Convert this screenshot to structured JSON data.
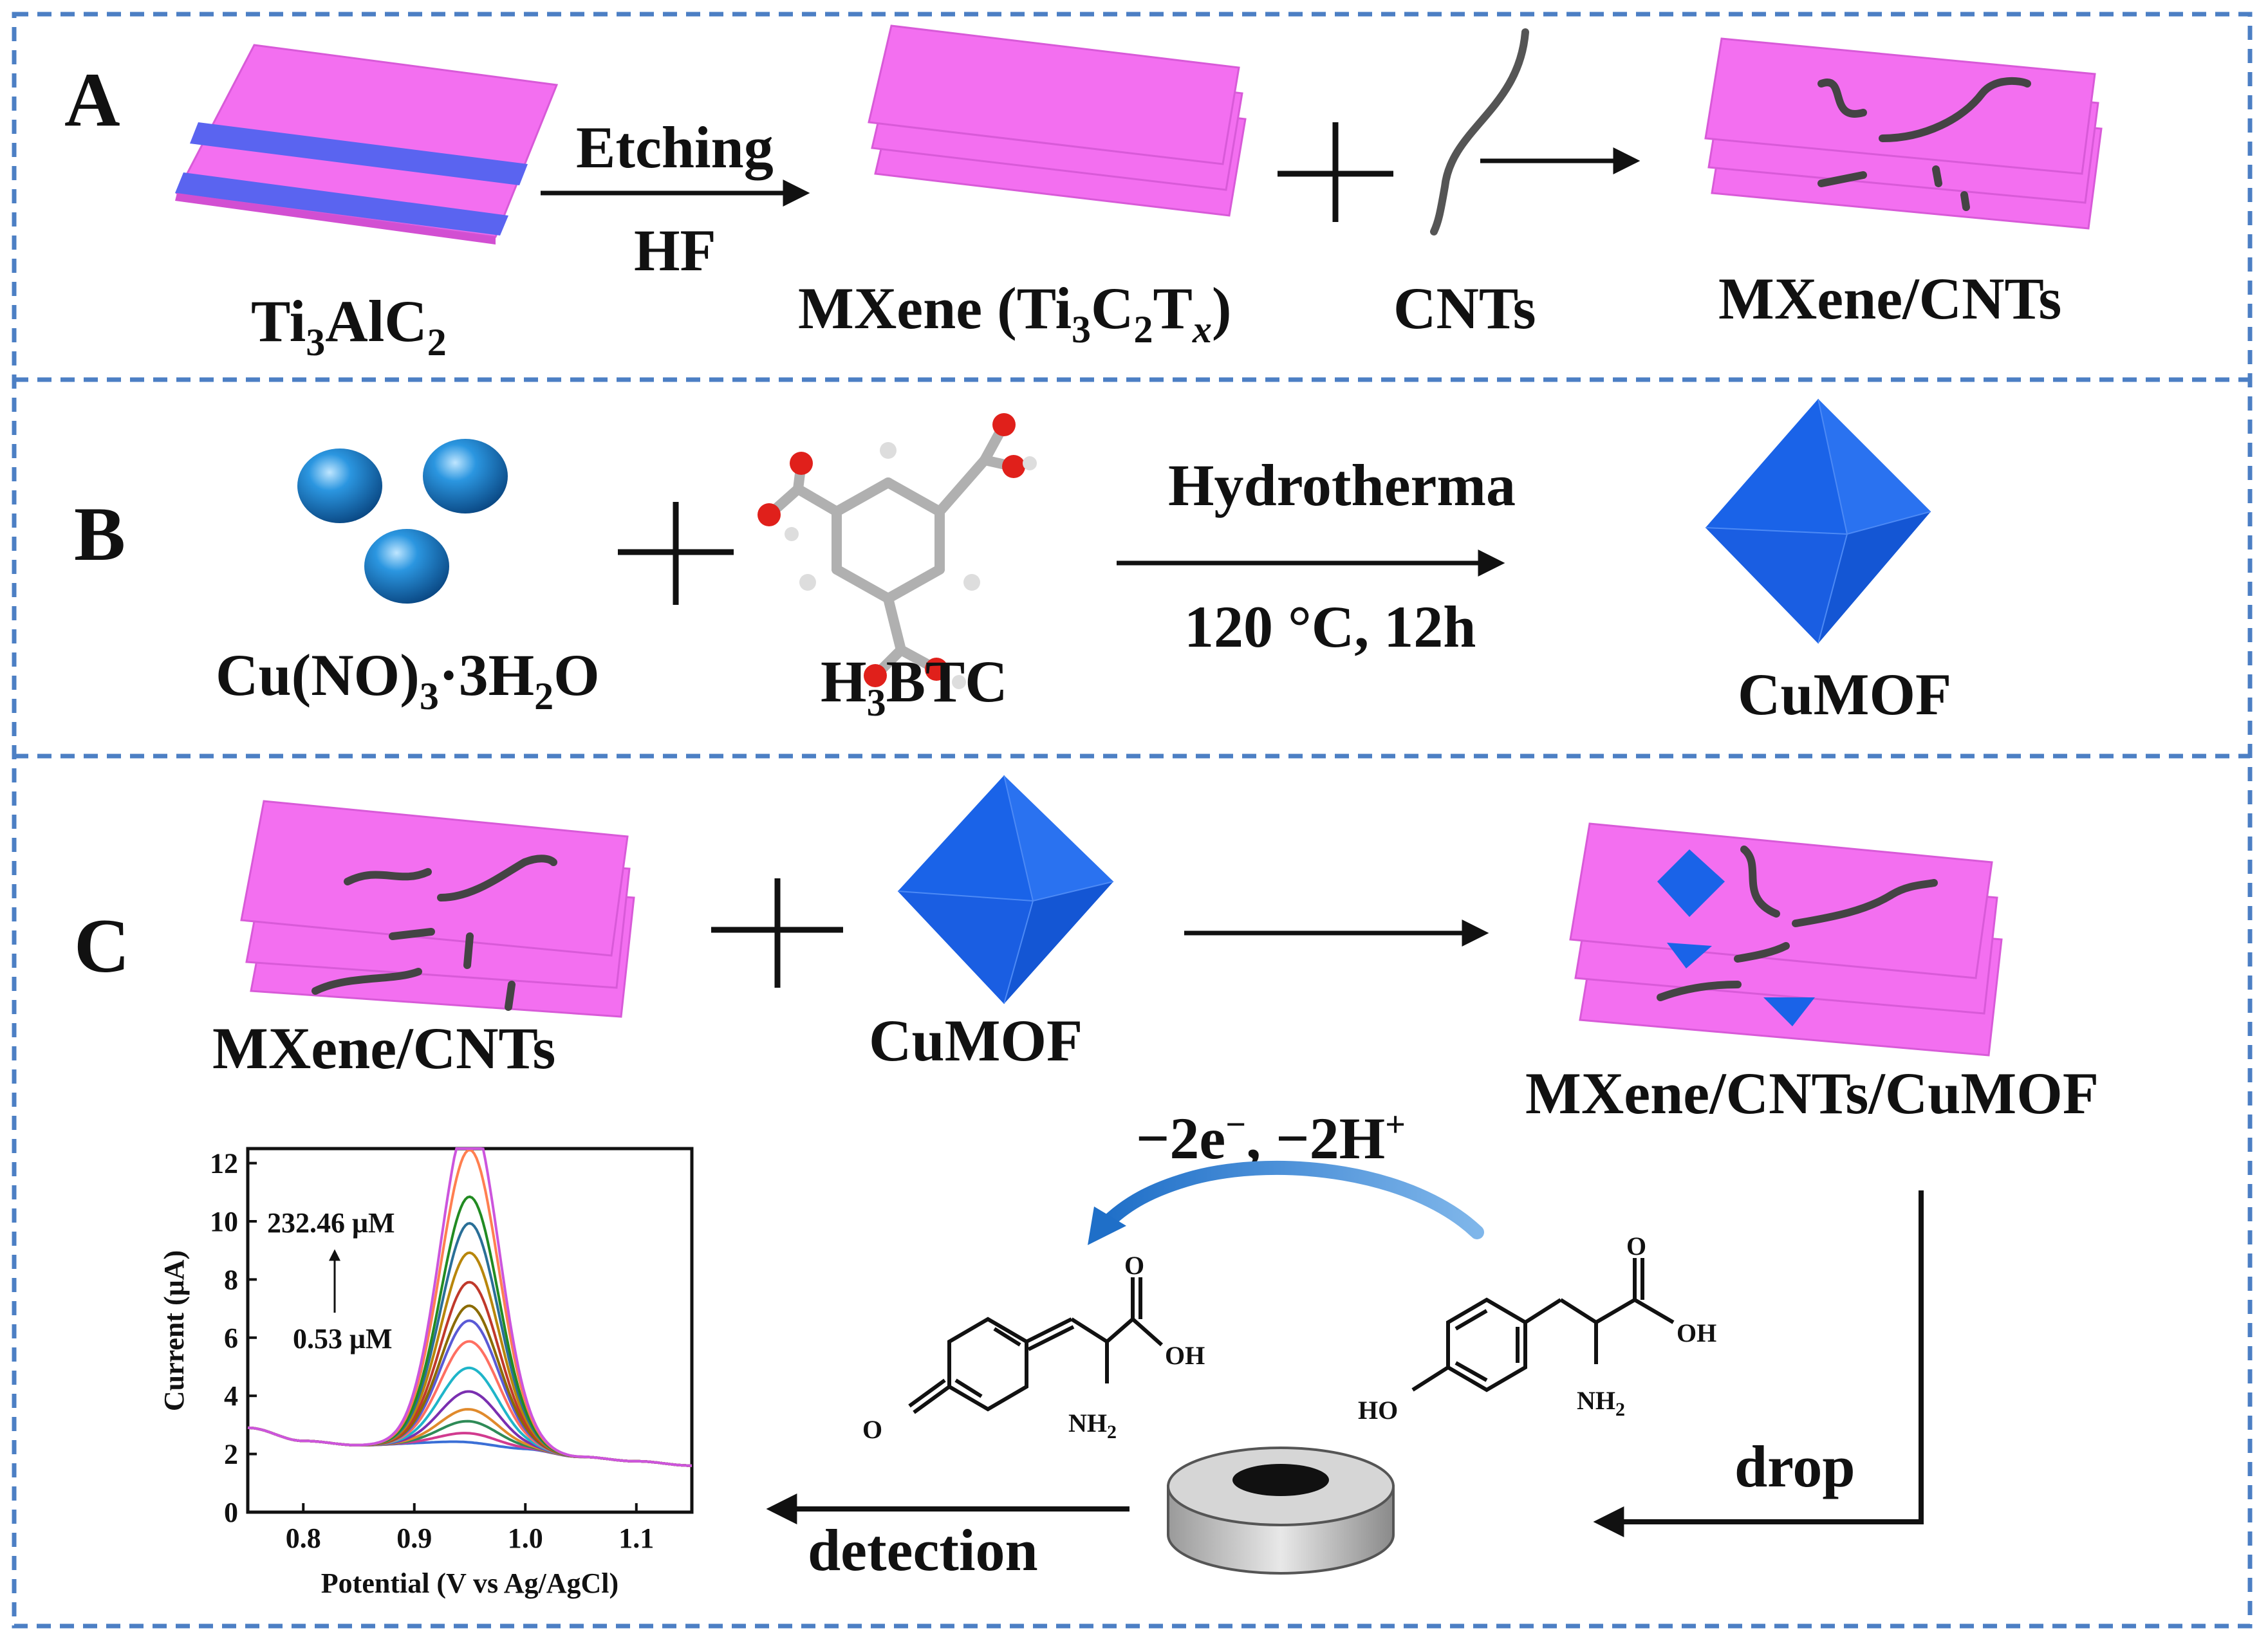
{
  "panels": {
    "a": {
      "letter": "A",
      "precursor": {
        "main": "Ti",
        "sub1": "3",
        "mid": "AlC",
        "sub2": "2"
      },
      "step_top": "Etching",
      "step_bottom": "HF",
      "mxene": {
        "main": "MXene (Ti",
        "sub1": "3",
        "c": "C",
        "sub2": "2",
        "t": "T",
        "sub3": "x",
        "close": ")"
      },
      "cnts": "CNTs",
      "product": "MXene/CNTs"
    },
    "b": {
      "letter": "B",
      "salt": {
        "a": "Cu(NO)",
        "sub1": "3",
        "b": "·3H",
        "sub2": "2",
        "c": "O"
      },
      "linker": {
        "a": "H",
        "sub1": "3",
        "b": "BTC"
      },
      "step_top": "Hydrotherma",
      "step_bottom": "120 °C, 12h",
      "product": "CuMOF"
    },
    "c": {
      "letter": "C",
      "reactant1": "MXene/CNTs",
      "reactant2": "CuMOF",
      "product": "MXene/CNTs/CuMOF",
      "redox": {
        "a": "−2e",
        "sup1": "−",
        "b": ", −2H",
        "sup2": "+"
      },
      "drop_label": "drop",
      "detection_label": "detection",
      "tyrosine": {
        "o": "O",
        "oh": "OH",
        "ho": "HO",
        "nh2": "NH",
        "nh2_sub": "2"
      },
      "product_mol": {
        "o_top": "O",
        "oh": "OH",
        "o_left": "O",
        "nh2": "NH",
        "nh2_sub": "2"
      }
    }
  },
  "chart_data": {
    "type": "line",
    "title": "",
    "xlabel": "Potential (V vs Ag/AgCl)",
    "ylabel": "Current (μA)",
    "xlim": [
      0.75,
      1.15
    ],
    "ylim": [
      0,
      12.5
    ],
    "xticks": [
      "0.8",
      "0.9",
      "1.0",
      "1.1"
    ],
    "yticks": [
      "0",
      "2",
      "4",
      "6",
      "8",
      "10",
      "12"
    ],
    "annotation_high": "232.46 μM",
    "annotation_low": "0.53 μM",
    "peak_x": 0.95,
    "baseline": [
      [
        0.75,
        2.9
      ],
      [
        0.8,
        2.45
      ],
      [
        0.85,
        2.3
      ],
      [
        0.9,
        2.35
      ],
      [
        1.0,
        2.15
      ],
      [
        1.05,
        1.9
      ],
      [
        1.1,
        1.75
      ],
      [
        1.15,
        1.6
      ]
    ],
    "peak_heights": [
      0.5,
      0.8,
      1.2,
      1.6,
      2.2,
      3.0,
      3.9,
      4.6,
      5.1,
      5.9,
      6.9,
      7.9,
      8.8,
      10.4,
      11.6
    ],
    "series_colors": [
      "#3b6fd6",
      "#d13b8f",
      "#2e8b57",
      "#e08a2c",
      "#7a2fb0",
      "#1fb5c9",
      "#ff6f61",
      "#5a5ad6",
      "#8b6b00",
      "#c0392b",
      "#b8860b",
      "#2a6f97",
      "#228b22",
      "#ff7f50",
      "#cc55dd"
    ]
  },
  "colors": {
    "sheet": "#f36ff0",
    "sheet_edge": "#e057e0",
    "al_layer": "#5a64f0",
    "cnt": "#444444",
    "mof": "#1a63e8",
    "mof_dark": "#0f4bc2",
    "sphere": "#1a7fd0",
    "border": "#4c7fc4",
    "curved_arrow": "#2e7fd0"
  }
}
